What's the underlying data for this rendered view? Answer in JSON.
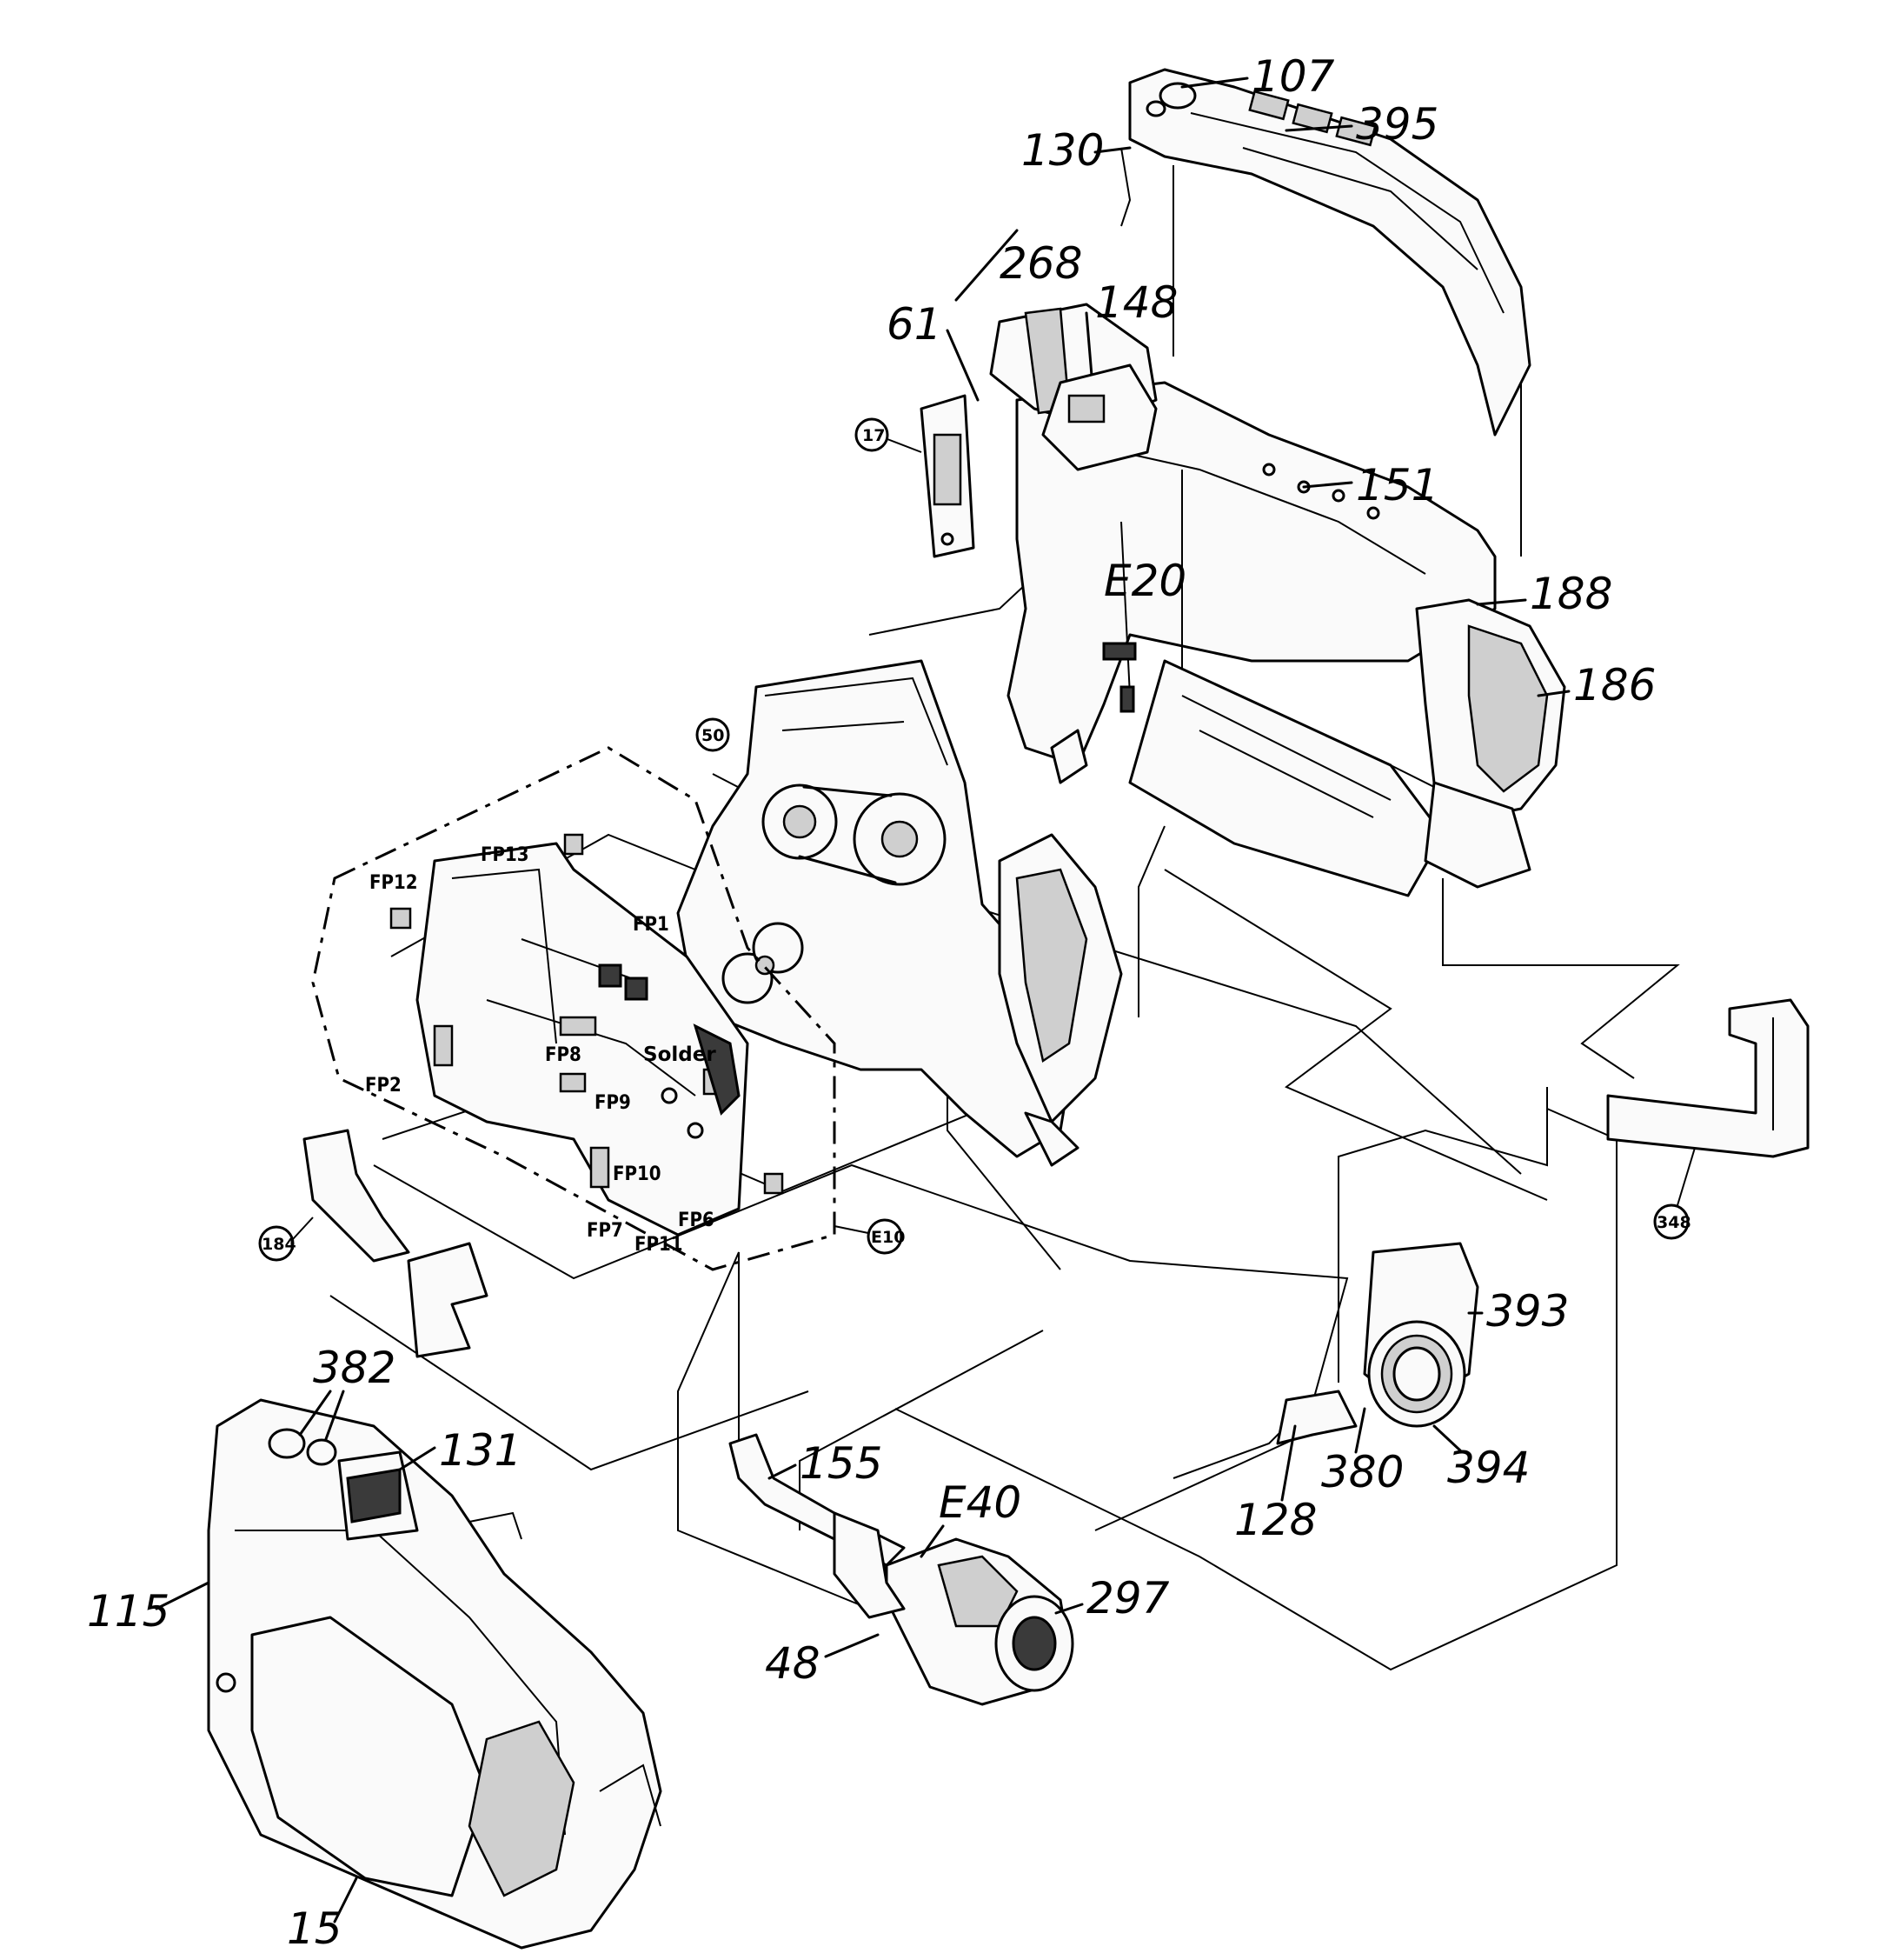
{
  "labels": {
    "l107": "107",
    "l130": "130",
    "l395": "395",
    "l268": "268",
    "l148": "148",
    "l61": "61",
    "l17": "17",
    "l151": "151",
    "lE20": "E20",
    "l188": "188",
    "l186": "186",
    "l50": "50",
    "lFP13": "FP13",
    "lFP12": "FP12",
    "lFP1": "FP1",
    "lFP8": "FP8",
    "lSolder": "Solder",
    "lFP2": "FP2",
    "lFP9": "FP9",
    "lFP10": "FP10",
    "lFP6": "FP6",
    "lFP7": "FP7",
    "lFP11": "FP11",
    "lE10": "E10",
    "l184": "184",
    "l348": "348",
    "l393": "393",
    "l380": "380",
    "l394": "394",
    "l128": "128",
    "l382": "382",
    "l131": "131",
    "l155": "155",
    "lE40": "E40",
    "l297": "297",
    "l115": "115",
    "l48": "48",
    "l15": "15"
  }
}
